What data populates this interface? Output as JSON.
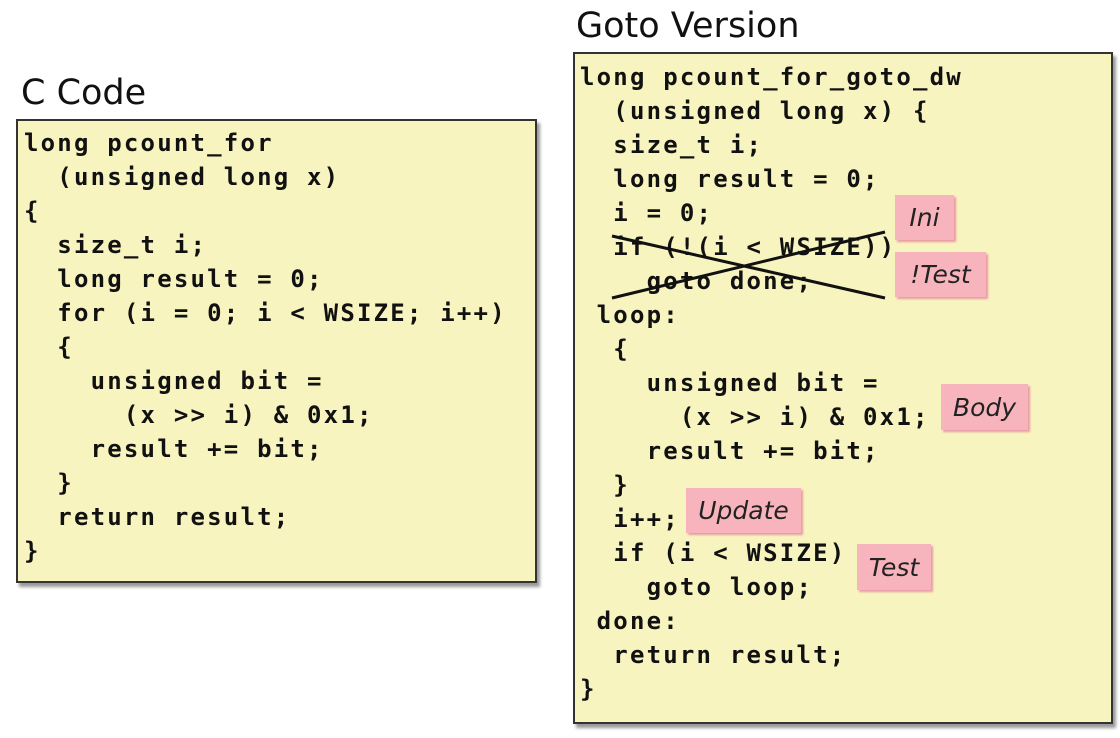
{
  "c_code": {
    "title": "C Code",
    "lines": [
      "long pcount_for",
      "  (unsigned long x)",
      "{",
      "  size_t i;",
      "  long result = 0;",
      "  for (i = 0; i < WSIZE; i++)",
      "  {",
      "    unsigned bit =",
      "      (x >> i) & 0x1;",
      "    result += bit;",
      "  }",
      "  return result;",
      "}"
    ]
  },
  "goto_version": {
    "title": "Goto Version",
    "lines": [
      "long pcount_for_goto_dw",
      "  (unsigned long x) {",
      "  size_t i;",
      "  long result = 0;",
      "  i = 0;",
      "  if (!(i < WSIZE))",
      "    goto done;",
      " loop:",
      "  {",
      "    unsigned bit =",
      "      (x >> i) & 0x1;",
      "    result += bit;",
      "  }",
      "  i++;",
      "  if (i < WSIZE)",
      "    goto loop;",
      " done:",
      "  return result;",
      "}"
    ],
    "annotations": {
      "init": "Ini",
      "not_test": "!Test",
      "body": "Body",
      "update": "Update",
      "test": "Test"
    }
  },
  "colors": {
    "code_bg": "#f8f4bf",
    "tag_bg": "#f8b4bd"
  }
}
